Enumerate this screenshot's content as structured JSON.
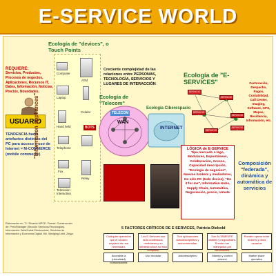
{
  "title": "E-SERVICE WORLD",
  "left": {
    "requiere_heading": "REQUIERE:",
    "requiere_body": "Servicios, Productos, Procesos de negocios, Aplicaciones, Recursos IT, Datos, Información, Noticias, Precios, Novedades.",
    "usuario_label": "USUARIO",
    "tendencia_heading": "TENDENCIA hacia",
    "tendencia_body": "artefactos distintos del PC para acceso y uso de Internet = M-COMMERCE (mobile commerce)",
    "vertical_label": "\"Information appliances\""
  },
  "devices": {
    "heading": "Ecología de \"devices\", o Touch Points",
    "items": [
      "Computer",
      "ATM",
      "Laptop",
      "Celular",
      "Hand held",
      "BOTS",
      "Telephone",
      "Fax",
      "Relay",
      "Televisión Interactiva"
    ]
  },
  "middle": {
    "complexity_text": "Creciente complejidad de las relaciones entre PERSONAS, TECNOLOGÍA, SERVICIOS Y LUGARES DE INTERACCIÓN",
    "telecom_heading": "Ecología de \"Telecom\"",
    "telecom_tag": "TELECOM",
    "wan_label": "WAN",
    "cyberspace_heading": "Ecología Ciberespacio",
    "internet_label": "INTERNET"
  },
  "eservices": {
    "heading": "Ecología de \"E-SERVICES\"",
    "nodes": [
      "SERVICIO 1",
      "SERVICIO 2",
      "SERVICIO 3",
      "SERVICIO 4",
      "SERVICIO 5",
      "SERVICIO 6"
    ],
    "list": "Facturación, Despacho, Pagos, Contabilidad, Call Center, Imaging, Software, GPS, Mapas, Residencia, Información, etc."
  },
  "logic": {
    "heading": "LÓGICA de E-SERVICE",
    "body": "Tipo mercado o lego, Modulares, Espontáneos, Colaboración, Acceso, Capacidad descripción, \"Ecología de negocios\", Nuevos brokers y mediadores, No sólo PC (todo device), \"Do it for me\", Information Hubs, Supply Chain, Automática, Negociación, precio, remate"
  },
  "composition": "Composición \"federada\", dinámica y automática de servicios",
  "factors": {
    "heading": "5 FACTORES CRÍTICOS DE E SERVICES, Patricia Diebold",
    "top": [
      "Cualquier operación que el usuario requiera de una necesidad.",
      "Los E-Services son auto-contenidos, modulares y su infraestructura no está completa.",
      "Son aplicaciones autodescriptibles y autocontenidas.",
      "Son ALTAMENTE visibles y negociables. Pueden ser manejados por vendedores.",
      "Pueden operar entre brokers y otros usuarios"
    ],
    "bottom": [
      "Accesible a (ubicuidad) consumidores",
      "Uso modular",
      "Autodescriptivo",
      "Manejo y control externo",
      "Market place operativo"
    ]
  },
  "footnote": "Elaboración en: T.I. Ricardo MPCE. Fuente: Construcción de: Perú/Manager (Sección Servicios/Tecnologías). Información: Web/Cable Electrónicas, Servicios de Información y Economía Digital. Hill. Wedging Limit, Zinga",
  "colors": {
    "banner": "#f0a800",
    "panel": "#fff6c9",
    "green_heading": "#1f6f2a",
    "red_accent": "#c00000"
  }
}
